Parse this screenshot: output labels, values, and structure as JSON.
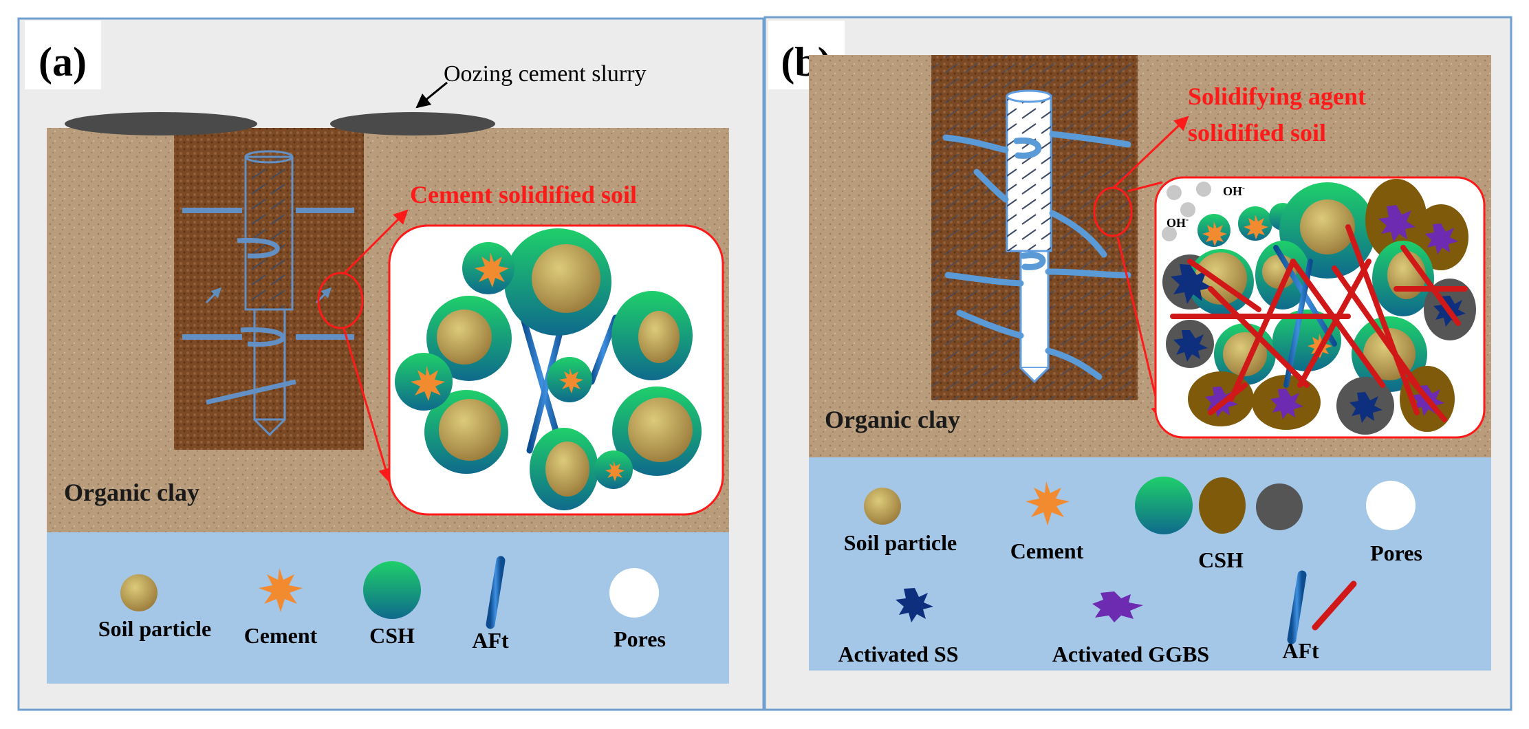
{
  "panel_a": {
    "label": "(a)",
    "annotation": "Oozing cement slurry",
    "zoom_title": "Cement solidified soil",
    "soil_label": "Organic clay",
    "legend": {
      "soil_particle": "Soil particle",
      "cement": "Cement",
      "csh": "CSH",
      "aft": "AFt",
      "pores": "Pores"
    }
  },
  "panel_b": {
    "label": "(b)",
    "zoom_title_line1": "Solidifying agent",
    "zoom_title_line2": "solidified soil",
    "soil_label": "Organic clay",
    "ion_label": "OH",
    "ion_sup": "-",
    "legend": {
      "soil_particle": "Soil particle",
      "cement": "Cement",
      "csh": "CSH",
      "pores": "Pores",
      "activated_ss": "Activated SS",
      "activated_ggbs": "Activated GGBS",
      "aft": "AFt"
    }
  },
  "colors": {
    "soil": "#b59a7a",
    "column_soil": "#7a4a26",
    "legend_bg": "#a4c7e8",
    "panel_bg": "#ececec",
    "frame": "#6f9fcf",
    "annotation_red": "#ff1a1a",
    "aft_blue": "#2c6fc2",
    "aft_red": "#d01818"
  }
}
